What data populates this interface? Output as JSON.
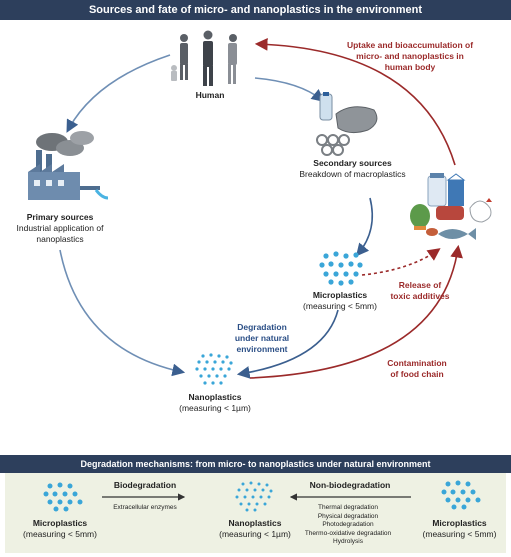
{
  "title": "Sources and fate of micro- and nanoplastics in the environment",
  "nodes": {
    "human": "Human",
    "secondary_title": "Secondary sources",
    "secondary_sub": "Breakdown of macroplastics",
    "primary_title": "Primary sources",
    "primary_sub1": "Industrial application of",
    "primary_sub2": "nanoplastics",
    "micro_title": "Microplastics",
    "micro_sub": "(measuring < 5mm)",
    "nano_title": "Nanoplastics",
    "nano_sub": "(measuring < 1µm)"
  },
  "edges": {
    "uptake1": "Uptake and bioaccumulation of",
    "uptake2": "micro- and nanoplastics in",
    "uptake3": "human body",
    "release1": "Release of",
    "release2": "toxic additives",
    "degradation1": "Degradation",
    "degradation2": "under natural",
    "degradation3": "environment",
    "contamination1": "Contamination",
    "contamination2": "of food chain"
  },
  "bottom": {
    "title": "Degradation mechanisms: from micro- to nanoplastics under natural environment",
    "left_title": "Microplastics",
    "left_sub": "(measuring < 5mm)",
    "bio_label": "Biodegradation",
    "bio_sub": "Extracellular enzymes",
    "center_title": "Nanoplastics",
    "center_sub": "(measuring < 1µm)",
    "nonbio_label": "Non-biodegradation",
    "nonbio_items": [
      "Thermal degradation",
      "Physical degradation",
      "Photodegradation",
      "Thermo-oxidative degradation",
      "Hydrolysis"
    ],
    "right_title": "Microplastics",
    "right_sub": "(measuring < 5mm)"
  },
  "colors": {
    "banner": "#2d3f5c",
    "blue_arrow": "#3b5f8f",
    "red_arrow": "#9b2a2a",
    "dot": "#3aa6d8",
    "panel": "#eef1e3"
  }
}
